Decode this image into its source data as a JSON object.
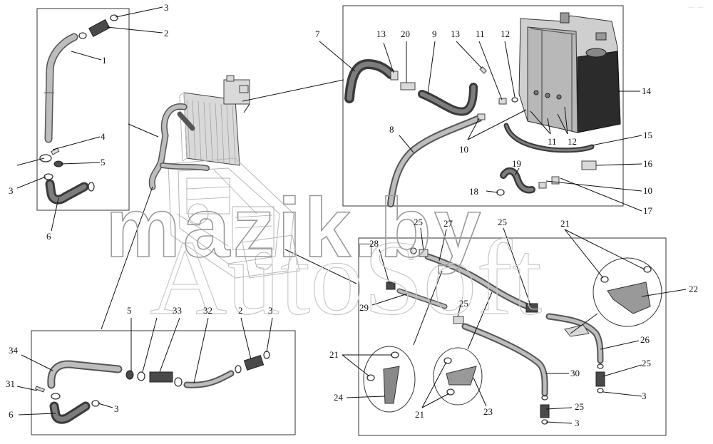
{
  "watermarks": {
    "primary": "mazik.by",
    "secondary": "AutoSoft",
    "corner": "— · —"
  },
  "colors": {
    "line": "#111111",
    "pipe_dark": "#3a3a3a",
    "pipe_light": "#bdbdbd",
    "watermark": "#9a9a9a"
  },
  "callouts": {
    "c1": "1",
    "c2a": "2",
    "c3a": "3",
    "c4": "4",
    "c5a": "5",
    "c3b": "3",
    "c6a": "6",
    "c7": "7",
    "c13a": "13",
    "c20": "20",
    "c9": "9",
    "c13b": "13",
    "c11a": "11",
    "c12a": "12",
    "c14": "14",
    "c8": "8",
    "c10a": "10",
    "c11b": "11",
    "c12b": "12",
    "c15": "15",
    "c16": "16",
    "c19": "19",
    "c18": "18",
    "c10b": "10",
    "c17": "17",
    "c28": "28",
    "c25a": "25",
    "c27": "27",
    "c25b": "25",
    "c21a": "21",
    "c22": "22",
    "c29": "29",
    "c25c": "25",
    "c21b": "21",
    "c24": "24",
    "c21c": "21",
    "c23": "23",
    "c30": "30",
    "c26": "26",
    "c25d": "25",
    "c3c": "3",
    "c25e": "25",
    "c3d": "3",
    "c5b": "5",
    "c33": "33",
    "c32": "32",
    "c2b": "2",
    "c3e": "3",
    "c34": "34",
    "c31": "31",
    "c6b": "6",
    "c3f": "3"
  }
}
